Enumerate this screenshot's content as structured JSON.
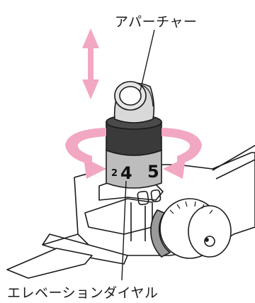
{
  "callouts": {
    "aperture": "アパーチャー",
    "elevation_dial": "エレベーションダイヤル"
  },
  "dial_markings": {
    "small": "2",
    "left_number": "4",
    "right_number": "5"
  },
  "colors": {
    "arrow_pink": "#f2a7c3",
    "line": "#1a1a1a",
    "dial_band": "#3a3a3a",
    "dial_body": "#bdbdbd"
  }
}
